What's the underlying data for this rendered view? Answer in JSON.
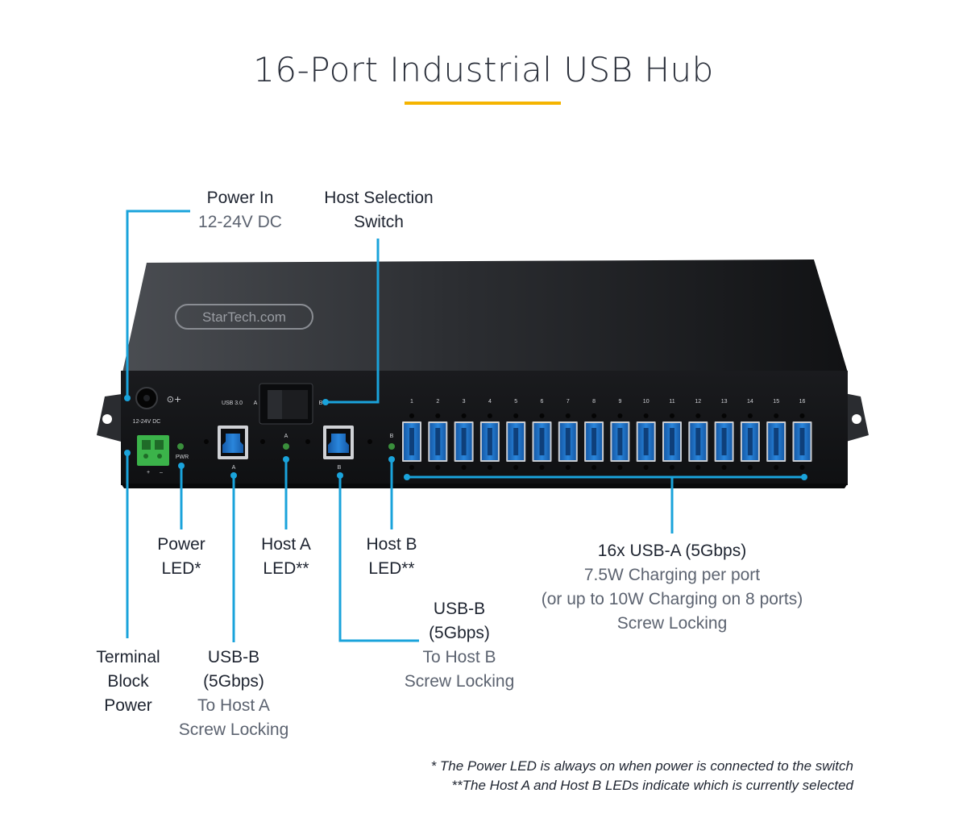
{
  "title": "16-Port Industrial USB Hub",
  "colors": {
    "accent": "#f5b400",
    "callout": "#1aa3db",
    "chassis": "#1c1e22",
    "usb3_blue": "#1f73c8"
  },
  "brand": "StarTech.com",
  "panel": {
    "dc_label": "12-24V DC",
    "usb3_label": "USB 3.0",
    "switch_a": "A",
    "switch_b": "B",
    "pwr_label": "PWR",
    "port_a_label": "A",
    "port_b_label": "B",
    "led_a_label": "A",
    "led_b_label": "B",
    "terminal_plus": "+",
    "terminal_minus": "–",
    "port_numbers": [
      "1",
      "2",
      "3",
      "4",
      "5",
      "6",
      "7",
      "8",
      "9",
      "10",
      "11",
      "12",
      "13",
      "14",
      "15",
      "16"
    ]
  },
  "callouts": {
    "power_in": {
      "title": "Power In",
      "sub": "12-24V DC"
    },
    "host_switch": {
      "line1": "Host Selection",
      "line2": "Switch"
    },
    "power_led": {
      "line1": "Power",
      "line2": "LED*"
    },
    "host_a_led": {
      "line1": "Host A",
      "line2": "LED**"
    },
    "host_b_led": {
      "line1": "Host B",
      "line2": "LED**"
    },
    "usb_a_ports": {
      "title": "16x USB-A (5Gbps)",
      "sub1": "7.5W Charging per port",
      "sub2": "(or up to 10W Charging on 8 ports)",
      "sub3": "Screw Locking"
    },
    "usb_b_host_b": {
      "line1": "USB-B",
      "line2": "(5Gbps)",
      "sub1": "To Host B",
      "sub2": "Screw Locking"
    },
    "terminal_block": {
      "line1": "Terminal",
      "line2": "Block",
      "line3": "Power"
    },
    "usb_b_host_a": {
      "line1": "USB-B",
      "line2": "(5Gbps)",
      "sub1": "To Host A",
      "sub2": "Screw Locking"
    }
  },
  "footnotes": {
    "note1": "* The Power LED is always on when power is connected to the switch",
    "note2": "**The Host A and Host B LEDs indicate which is currently selected"
  }
}
